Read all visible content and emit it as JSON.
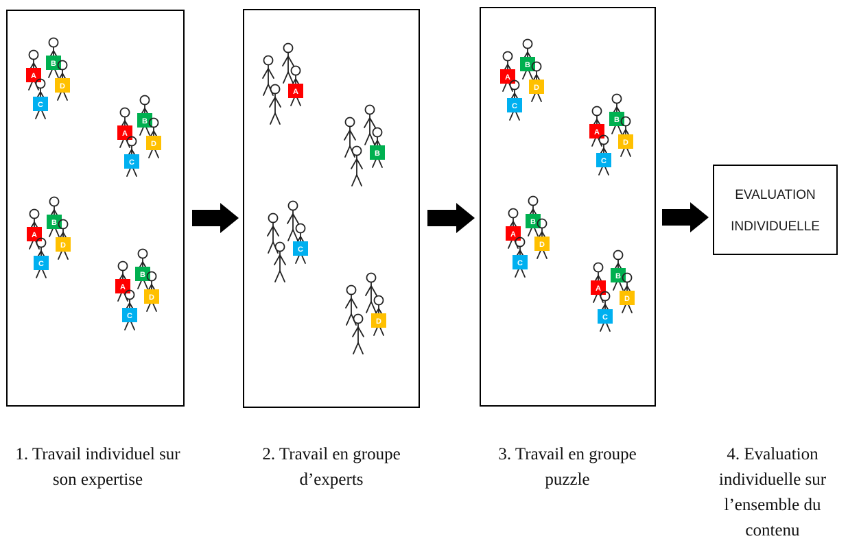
{
  "colors": {
    "A": "#ff0000",
    "B": "#00b050",
    "C": "#00b0f0",
    "D": "#ffc000",
    "stroke": "#222222",
    "frame": "#000000",
    "arrow": "#000000"
  },
  "icons": {
    "person": "stick-figure-icon",
    "flow": "right-arrow-icon"
  },
  "badge_labels": {
    "A": "A",
    "B": "B",
    "C": "C",
    "D": "D"
  },
  "evaluation_box": {
    "line1": "EVALUATION",
    "line2": "INDIVIDUELLE"
  },
  "steps": [
    {
      "line1": "1. Travail individuel sur",
      "line2": "son expertise"
    },
    {
      "line1": "2. Travail en groupe",
      "line2": "d’experts"
    },
    {
      "line1": "3. Travail en groupe",
      "line2": "puzzle"
    },
    {
      "line1": "4. Evaluation",
      "line2": "individuelle sur",
      "line3": "l’ensemble du",
      "line4": "contenu"
    }
  ]
}
